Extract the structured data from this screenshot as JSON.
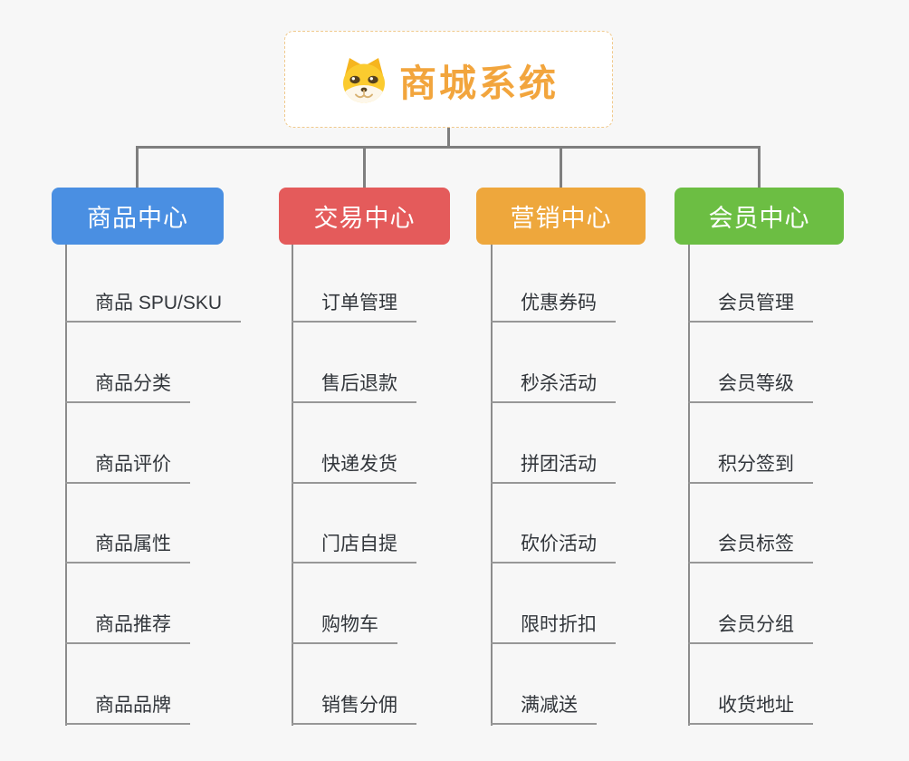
{
  "root": {
    "title": "商城系统",
    "icon": "dog-face-icon"
  },
  "branches": [
    {
      "label": "商品中心",
      "color": "#4a8fe2",
      "items": [
        "商品 SPU/SKU",
        "商品分类",
        "商品评价",
        "商品属性",
        "商品推荐",
        "商品品牌"
      ]
    },
    {
      "label": "交易中心",
      "color": "#e45b5b",
      "items": [
        "订单管理",
        "售后退款",
        "快递发货",
        "门店自提",
        "购物车",
        "销售分佣"
      ]
    },
    {
      "label": "营销中心",
      "color": "#eea73c",
      "items": [
        "优惠券码",
        "秒杀活动",
        "拼团活动",
        "砍价活动",
        "限时折扣",
        "满减送"
      ]
    },
    {
      "label": "会员中心",
      "color": "#6cbe43",
      "items": [
        "会员管理",
        "会员等级",
        "积分签到",
        "会员标签",
        "会员分组",
        "收货地址"
      ]
    }
  ],
  "colors": {
    "background": "#f7f7f7",
    "root_text": "#f2a53d",
    "root_border_dashed": "#f0c98c",
    "connector": "#7f7f7f",
    "trunk_line": "#8c8c8c",
    "underline": "#979797",
    "item_text": "#32363b"
  }
}
